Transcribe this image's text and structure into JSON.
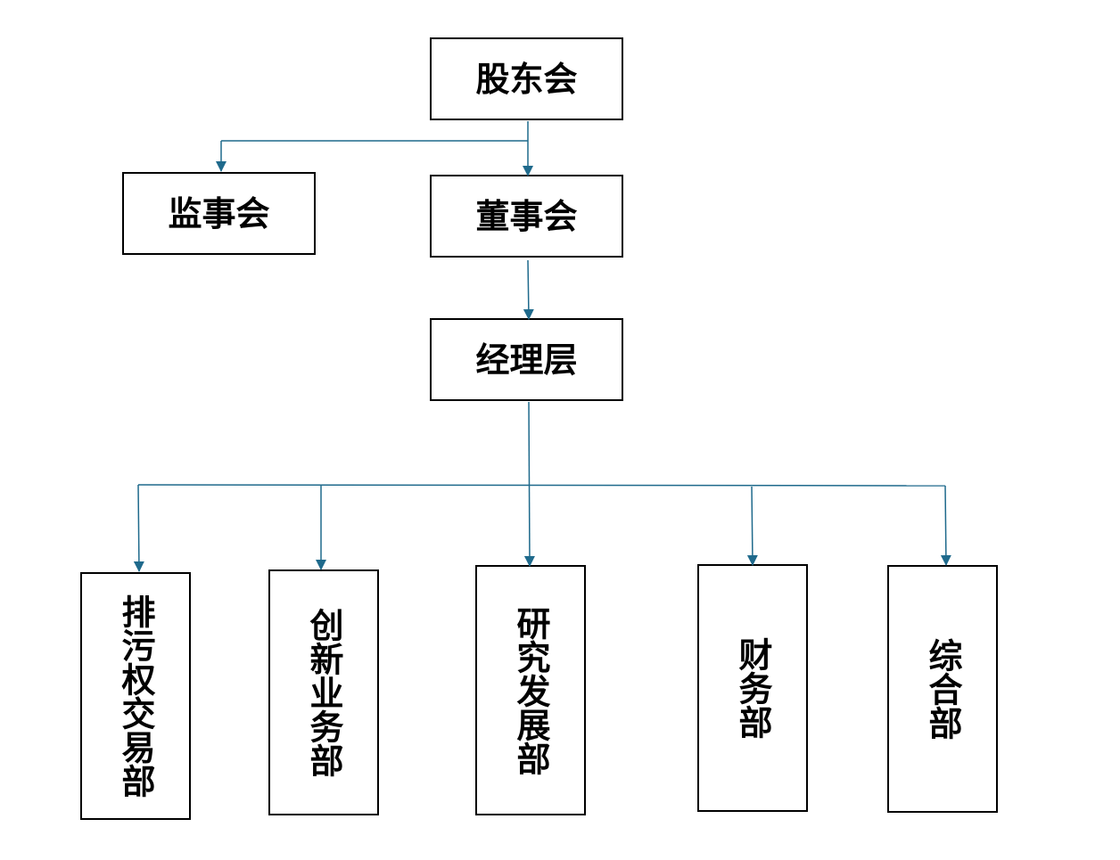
{
  "nodes": {
    "shareholders": "股东会",
    "supervisors": "监事会",
    "board": "董事会",
    "management": "经理层",
    "departments": [
      "排污权交易部",
      "创新业务部",
      "研究发展部",
      "财务部",
      "综合部"
    ]
  },
  "colors": {
    "connector": "#1f6a8c",
    "box_border": "#000000"
  }
}
